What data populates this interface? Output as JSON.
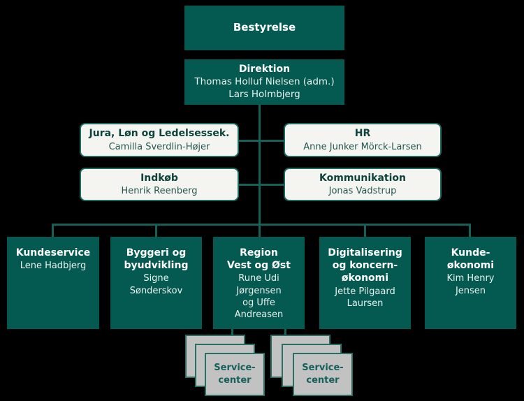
{
  "colors": {
    "background": "#000000",
    "box_teal": "#045a51",
    "connector_teal": "#156157",
    "light_box_bg": "#f4f4f0",
    "light_box_border": "#1e6a60",
    "light_box_text": "#0d423d",
    "gray_box_bg": "#c2c2c2",
    "gray_box_border": "#2b6e64",
    "white_text": "#ffffff"
  },
  "org": {
    "bestyrelse": {
      "title": "Bestyrelse"
    },
    "direktion": {
      "title": "Direktion",
      "names": "Thomas Holluf Nielsen (adm.)\nLars Holmbjerg"
    },
    "staff": [
      {
        "title": "Jura, Løn og Ledelsessek.",
        "names": "Camilla Sverdlin-Højer"
      },
      {
        "title": "HR",
        "names": "Anne Junker Mörck-Larsen"
      },
      {
        "title": "Indkøb",
        "names": "Henrik Reenberg"
      },
      {
        "title": "Kommunikation",
        "names": "Jonas Vadstrup"
      }
    ],
    "departments": [
      {
        "title": "Kundeservice",
        "names": "Lene Hadbjerg"
      },
      {
        "title": "Byggeri og\nbyudvikling",
        "names": "Signe\nSønderskov"
      },
      {
        "title": "Region\nVest og Øst",
        "names": "Rune Udi\nJørgensen\nog Uffe\nAndreasen"
      },
      {
        "title": "Digitalisering\nog koncern-\nøkonomi",
        "names": "Jette Pilgaard\nLaursen"
      },
      {
        "title": "Kunde-\nøkonomi",
        "names": "Kim Henry\nJensen"
      }
    ],
    "service_centers": [
      {
        "label": "Service-\ncenter"
      },
      {
        "label": "Service-\ncenter"
      }
    ]
  }
}
